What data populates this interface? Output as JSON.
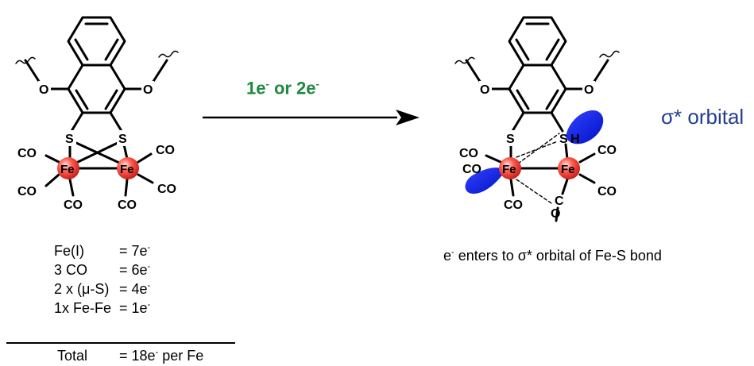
{
  "reaction": {
    "arrow_label_main": "1e",
    "arrow_label_mid": " or 2e",
    "sup_minus": "-"
  },
  "left_molecule": {
    "oxygen": "O",
    "sulfur": "S",
    "iron": "Fe",
    "carbonyl": "CO"
  },
  "right_molecule": {
    "oxygen": "O",
    "sulfur": "S",
    "iron": "Fe",
    "carbonyl": "CO",
    "carbon": "C",
    "hydrogen_fragment": "H"
  },
  "orbital_label": "σ* orbital",
  "electron_count": {
    "rows": [
      {
        "label": "Fe(I)",
        "eq": "=  7e"
      },
      {
        "label": "3 CO",
        "eq": "= 6e"
      },
      {
        "label": "2 x (μ-S)",
        "eq": "= 4e"
      },
      {
        "label": "1x Fe-Fe",
        "eq": "= 1e"
      }
    ],
    "total_label": "Total",
    "total_eq": "= 18e",
    "total_suffix": " per Fe"
  },
  "caption": {
    "e": "e",
    "rest": "  enters to σ* orbital of Fe-S bond"
  },
  "colors": {
    "arrow_label": "#1d8a3e",
    "orbital_label": "#1f3f8f",
    "orbital_lobe": "#0a1fe0",
    "iron_sphere": "#e8352d"
  }
}
